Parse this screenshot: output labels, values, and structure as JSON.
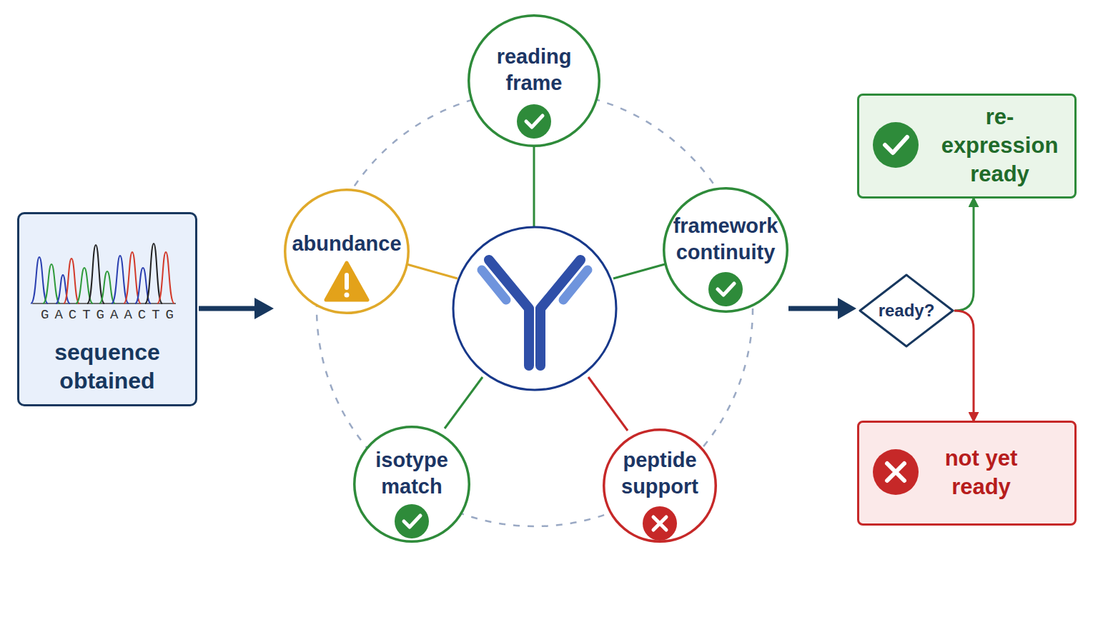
{
  "diagram": {
    "nodes": [
      {
        "text": [
          "GACTGAACTG",
          "sequence obtained"
        ]
      },
      {
        "text": [
          "reading frame"
        ]
      },
      {
        "text": [
          "abundance"
        ]
      },
      {
        "text": [
          "framework continuity"
        ]
      },
      {
        "text": [
          "isotype match"
        ]
      },
      {
        "text": [
          "peptide support"
        ]
      },
      {
        "text": [
          "ready?"
        ]
      },
      {
        "text": [
          "re-expression ready"
        ]
      },
      {
        "text": [
          "not yet ready"
        ]
      }
    ],
    "edges": [
      {
        "from": 6,
        "to": 7,
        "arrow": "to"
      },
      {
        "from": 6,
        "to": 8,
        "arrow": "to"
      }
    ]
  }
}
